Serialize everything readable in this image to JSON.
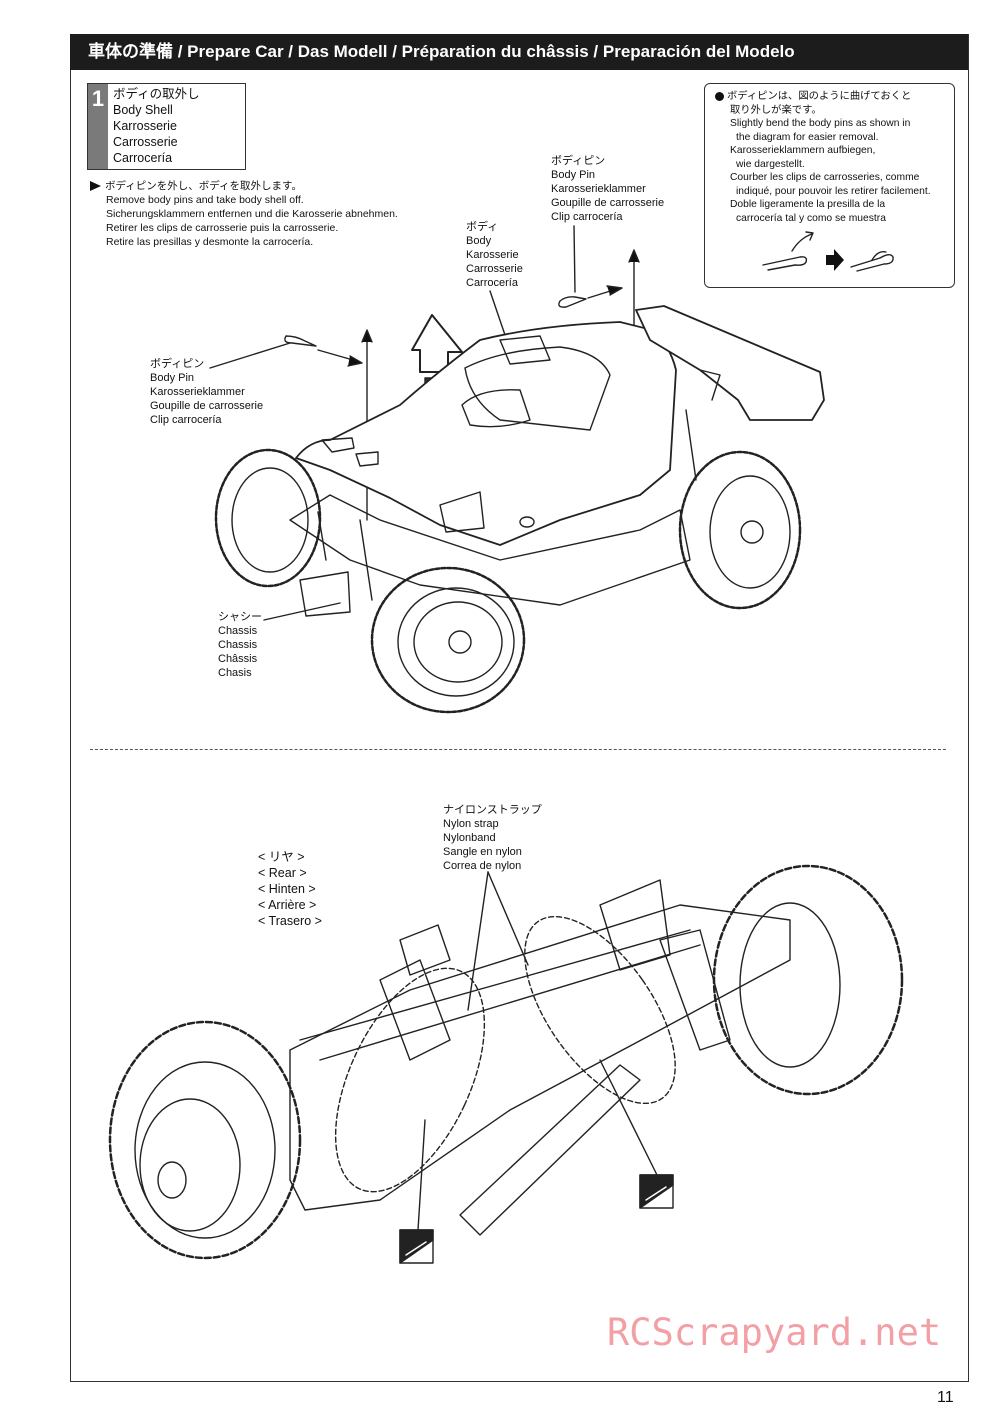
{
  "header": {
    "title": "車体の準備 / Prepare Car / Das Modell / Préparation du châssis / Preparación del Modelo"
  },
  "step": {
    "number": "1",
    "lines": [
      "ボディの取外し",
      "Body Shell",
      "Karrosserie",
      "Carrosserie",
      "Carrocería"
    ]
  },
  "instruction": {
    "lines": [
      "ボディピンを外し、ボディを取外します。",
      "Remove body pins and take body shell off.",
      "Sicherungsklammern entfernen und die Karosserie abnehmen.",
      "Retirer les clips de carrosserie puis la carrosserie.",
      "Retire las presillas y desmonte la carrocería."
    ]
  },
  "note": {
    "lines": [
      "ボディピンは、図のように曲げておくと",
      "取り外しが楽です。",
      "Slightly bend the body pins as shown in",
      "the diagram for easier removal.",
      "Karosserieklammern aufbiegen,",
      "wie dargestellt.",
      "Courber les clips de carrosseries, comme",
      "indiqué, pour pouvoir les retirer facilement.",
      "Doble ligeramente la presilla de la",
      "carrocería tal y como se muestra"
    ]
  },
  "callouts": {
    "body_pin_right": [
      "ボディピン",
      "Body Pin",
      "Karosserieklammer",
      "Goupille de carrosserie",
      "Clip carrocería"
    ],
    "body": [
      "ボディ",
      "Body",
      "Karosserie",
      "Carrosserie",
      "Carrocería"
    ],
    "body_pin_left": [
      "ボディピン",
      "Body Pin",
      "Karosserieklammer",
      "Goupille de carrosserie",
      "Clip carrocería"
    ],
    "chassis": [
      "シャシー",
      "Chassis",
      "Chassis",
      "Châssis",
      "Chasis"
    ],
    "nylon_strap": [
      "ナイロンストラップ",
      "Nylon strap",
      "Nylonband",
      "Sangle en nylon",
      "Correa de nylon"
    ],
    "rear": [
      "< リヤ >",
      "< Rear >",
      "< Hinten >",
      "< Arrière >",
      "< Trasero >"
    ]
  },
  "page_number": "11",
  "watermark": "RCScrapyard.net"
}
